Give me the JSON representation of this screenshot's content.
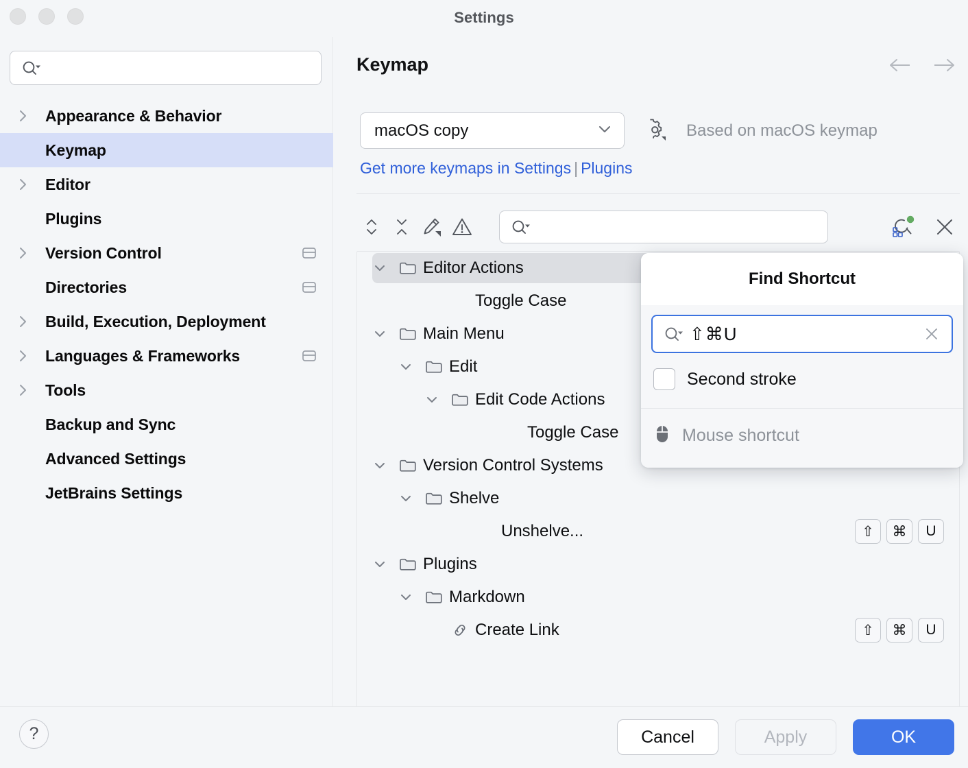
{
  "window": {
    "title": "Settings",
    "traffic_lights": [
      "close",
      "minimize",
      "zoom"
    ]
  },
  "sidebar": {
    "search_placeholder": "",
    "items": [
      {
        "label": "Appearance & Behavior",
        "expandable": true,
        "selected": false,
        "badge": false
      },
      {
        "label": "Keymap",
        "expandable": false,
        "selected": true,
        "badge": false
      },
      {
        "label": "Editor",
        "expandable": true,
        "selected": false,
        "badge": false
      },
      {
        "label": "Plugins",
        "expandable": false,
        "selected": false,
        "badge": false
      },
      {
        "label": "Version Control",
        "expandable": true,
        "selected": false,
        "badge": true
      },
      {
        "label": "Directories",
        "expandable": false,
        "selected": false,
        "badge": true
      },
      {
        "label": "Build, Execution, Deployment",
        "expandable": true,
        "selected": false,
        "badge": false
      },
      {
        "label": "Languages & Frameworks",
        "expandable": true,
        "selected": false,
        "badge": true
      },
      {
        "label": "Tools",
        "expandable": true,
        "selected": false,
        "badge": false
      },
      {
        "label": "Backup and Sync",
        "expandable": false,
        "selected": false,
        "badge": false
      },
      {
        "label": "Advanced Settings",
        "expandable": false,
        "selected": false,
        "badge": false
      },
      {
        "label": "JetBrains Settings",
        "expandable": false,
        "selected": false,
        "badge": false
      }
    ]
  },
  "main": {
    "page_title": "Keymap",
    "nav": {
      "back_icon": "arrow-left-icon",
      "forward_icon": "arrow-right-icon"
    },
    "keymap_select": {
      "value": "macOS copy",
      "chevron": "chevron-down-icon"
    },
    "gear_icon": "gear-icon",
    "based_on": "Based on macOS keymap",
    "link_part1": "Get more keymaps in Settings",
    "link_separator": "|",
    "link_part2": "Plugins",
    "toolbar": {
      "expand_all": "expand-all-icon",
      "collapse_all": "collapse-all-icon",
      "edit_shortcut": "pencil-icon",
      "conflicts": "warning-triangle-icon",
      "search_placeholder": "",
      "search_value": "",
      "find_by_shortcut": "find-by-shortcut-icon",
      "clear_filter": "close-icon"
    }
  },
  "tree": {
    "rows": [
      {
        "label": "Editor Actions",
        "icon": "folder-icon",
        "chevron": "chevron-down-icon",
        "indent": 0,
        "selected": true,
        "keys": []
      },
      {
        "label": "Toggle Case",
        "icon": "none",
        "chevron": "none",
        "indent": 2,
        "selected": false,
        "keys": []
      },
      {
        "label": "Main Menu",
        "icon": "folder-icon",
        "chevron": "chevron-down-icon",
        "indent": 0,
        "selected": false,
        "keys": []
      },
      {
        "label": "Edit",
        "icon": "folder-icon",
        "chevron": "chevron-down-icon",
        "indent": 1,
        "selected": false,
        "keys": []
      },
      {
        "label": "Edit Code Actions",
        "icon": "folder-icon",
        "chevron": "chevron-down-icon",
        "indent": 2,
        "selected": false,
        "keys": []
      },
      {
        "label": "Toggle Case",
        "icon": "none",
        "chevron": "none",
        "indent": 4,
        "selected": false,
        "keys": []
      },
      {
        "label": "Version Control Systems",
        "icon": "folder-icon",
        "chevron": "chevron-down-icon",
        "indent": 0,
        "selected": false,
        "keys": []
      },
      {
        "label": "Shelve",
        "icon": "folder-icon",
        "chevron": "chevron-down-icon",
        "indent": 1,
        "selected": false,
        "keys": []
      },
      {
        "label": "Unshelve...",
        "icon": "none",
        "chevron": "none",
        "indent": 3,
        "selected": false,
        "keys": [
          "⇧",
          "⌘",
          "U"
        ]
      },
      {
        "label": "Plugins",
        "icon": "folder-icon",
        "chevron": "chevron-down-icon",
        "indent": 0,
        "selected": false,
        "keys": []
      },
      {
        "label": "Markdown",
        "icon": "folder-icon",
        "chevron": "chevron-down-icon",
        "indent": 1,
        "selected": false,
        "keys": []
      },
      {
        "label": "Create Link",
        "icon": "link-icon",
        "chevron": "none",
        "indent": 2,
        "selected": false,
        "keys": [
          "⇧",
          "⌘",
          "U"
        ]
      }
    ]
  },
  "popup": {
    "title": "Find Shortcut",
    "search_value": "⇧⌘U",
    "search_icon": "search-dropdown-icon",
    "clear_icon": "close-icon",
    "second_stroke_label": "Second stroke",
    "second_stroke_checked": false,
    "mouse_shortcut_label": "Mouse shortcut",
    "mouse_icon": "mouse-icon"
  },
  "footer": {
    "help_label": "?",
    "cancel_label": "Cancel",
    "apply_label": "Apply",
    "apply_disabled": true,
    "ok_label": "OK"
  },
  "colors": {
    "accent_blue": "#4176e8",
    "link_blue": "#2f5fd9",
    "selection_sidebar": "#d6def8",
    "selection_tree": "#dcdee2",
    "background": "#f4f6f8",
    "focus_ring": "#3c73e0",
    "badge_green": "#63ab62"
  }
}
